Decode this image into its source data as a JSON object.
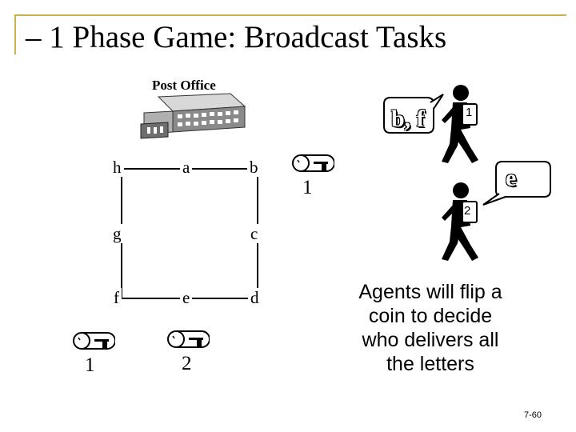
{
  "slide": {
    "title": "– 1 Phase Game: Broadcast Tasks",
    "number": "7-60"
  },
  "post_office": {
    "label": "Post Office"
  },
  "graph": {
    "nodes": [
      {
        "id": "h",
        "label": "h"
      },
      {
        "id": "a",
        "label": "a"
      },
      {
        "id": "b",
        "label": "b"
      },
      {
        "id": "g",
        "label": "g"
      },
      {
        "id": "c",
        "label": "c"
      },
      {
        "id": "f",
        "label": "f"
      },
      {
        "id": "e",
        "label": "e"
      },
      {
        "id": "d",
        "label": "d"
      }
    ],
    "mailboxes": [
      {
        "label": "1"
      },
      {
        "label": "2"
      },
      {
        "label": "1"
      }
    ]
  },
  "agents": [
    {
      "badge": "1",
      "bubble": "b, f"
    },
    {
      "badge": "2",
      "bubble": "e"
    }
  ],
  "caption": {
    "lines": [
      "Agents will flip a",
      "coin to decide",
      "who delivers all",
      "the letters"
    ]
  },
  "colors": {
    "frame": "#c8b34c",
    "building": "#8a8a8a"
  }
}
